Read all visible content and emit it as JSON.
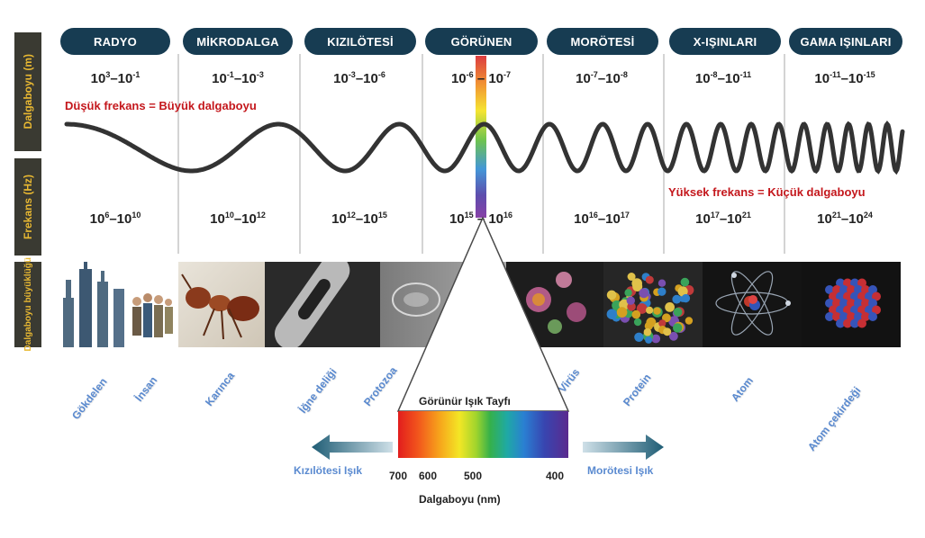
{
  "bands": [
    {
      "label": "RADYO"
    },
    {
      "label": "MİKRODALGA"
    },
    {
      "label": "KIZILÖTESİ"
    },
    {
      "label": "GÖRÜNEN"
    },
    {
      "label": "MORÖTESİ"
    },
    {
      "label": "X-IŞINLARI"
    },
    {
      "label": "GAMA IŞINLARI"
    }
  ],
  "side_labels": {
    "wavelength": "Dalgaboyu (m)",
    "frequency": "Frekans (Hz)",
    "size": "Dalgaboyu büyüklüğü"
  },
  "wavelength_values": [
    {
      "base": "10",
      "e1": "3",
      "mid": "–10",
      "e2": "-1"
    },
    {
      "base": "10",
      "e1": "-1",
      "mid": "–10",
      "e2": "-3"
    },
    {
      "base": "10",
      "e1": "-3",
      "mid": "–10",
      "e2": "-6"
    },
    {
      "base": "10",
      "e1": "-6",
      "mid": " – 10",
      "e2": "-7"
    },
    {
      "base": "10",
      "e1": "-7",
      "mid": "–10",
      "e2": "-8"
    },
    {
      "base": "10",
      "e1": "-8",
      "mid": "–10",
      "e2": "-11"
    },
    {
      "base": "10",
      "e1": "-11",
      "mid": "–10",
      "e2": "-15"
    }
  ],
  "frequency_values": [
    {
      "base": "10",
      "e1": "6",
      "mid": "–10",
      "e2": "10"
    },
    {
      "base": "10",
      "e1": "10",
      "mid": "–10",
      "e2": "12"
    },
    {
      "base": "10",
      "e1": "12",
      "mid": "–10",
      "e2": "15"
    },
    {
      "base": "10",
      "e1": "15",
      "mid": " – 10",
      "e2": "16"
    },
    {
      "base": "10",
      "e1": "16",
      "mid": "–10",
      "e2": "17"
    },
    {
      "base": "10",
      "e1": "17",
      "mid": "–10",
      "e2": "21"
    },
    {
      "base": "10",
      "e1": "21",
      "mid": "–10",
      "e2": "24"
    }
  ],
  "annotations": {
    "low_freq": "Düşük frekans = Büyük dalgaboyu",
    "high_freq": "Yüksek frekans = Küçük dalgaboyu"
  },
  "objects": [
    {
      "label": "Gökdelen"
    },
    {
      "label": "İnsan"
    },
    {
      "label": "Karınca"
    },
    {
      "label": "İğne deliği"
    },
    {
      "label": "Protozoa"
    },
    {
      "label": "Virüs"
    },
    {
      "label": "Protein"
    },
    {
      "label": "Atom"
    },
    {
      "label": "Atom çekirdeği"
    }
  ],
  "spectrum": {
    "title": "Görünür Işık Tayfı",
    "ticks": [
      "700",
      "600",
      "500",
      "400"
    ],
    "axis_label": "Dalgaboyu (nm)",
    "left_label": "Kızılötesi Işık",
    "right_label": "Morötesi Işık"
  },
  "colors": {
    "band_bg": "#173c52",
    "side_bg": "#3a3a32",
    "side_text": "#e8b832",
    "annotation": "#c4171c",
    "object_label": "#5a8ad0"
  }
}
